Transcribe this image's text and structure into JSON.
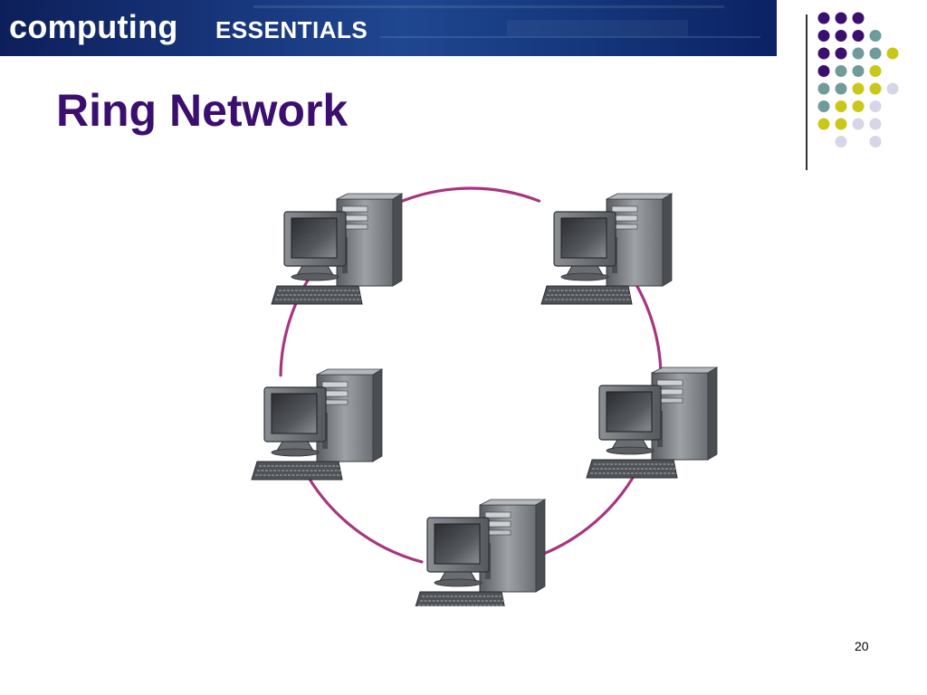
{
  "header": {
    "brand_primary": "computing",
    "brand_secondary": "ESSENTIALS"
  },
  "slide": {
    "title": "Ring Network",
    "page_number": "20"
  },
  "diagram": {
    "type": "ring-network",
    "nodes": [
      {
        "id": "computer-1",
        "position": "top-left"
      },
      {
        "id": "computer-2",
        "position": "top-right"
      },
      {
        "id": "computer-3",
        "position": "right"
      },
      {
        "id": "computer-4",
        "position": "bottom"
      },
      {
        "id": "computer-5",
        "position": "left"
      }
    ],
    "edges": [
      [
        "computer-1",
        "computer-2"
      ],
      [
        "computer-2",
        "computer-3"
      ],
      [
        "computer-3",
        "computer-4"
      ],
      [
        "computer-4",
        "computer-5"
      ],
      [
        "computer-5",
        "computer-1"
      ]
    ],
    "link_color": "#a8357f"
  },
  "decor": {
    "dot_colors": {
      "P": "#3b0f6e",
      "T": "#6f9b9b",
      "Y": "#c9c81a",
      "L": "#d6d6e6"
    },
    "dot_rows": [
      "PPP.",
      "PPPT",
      "PPTTY",
      "PTTY",
      "TTYYL",
      "TYYL",
      "YYLL",
      ".L.L"
    ]
  }
}
